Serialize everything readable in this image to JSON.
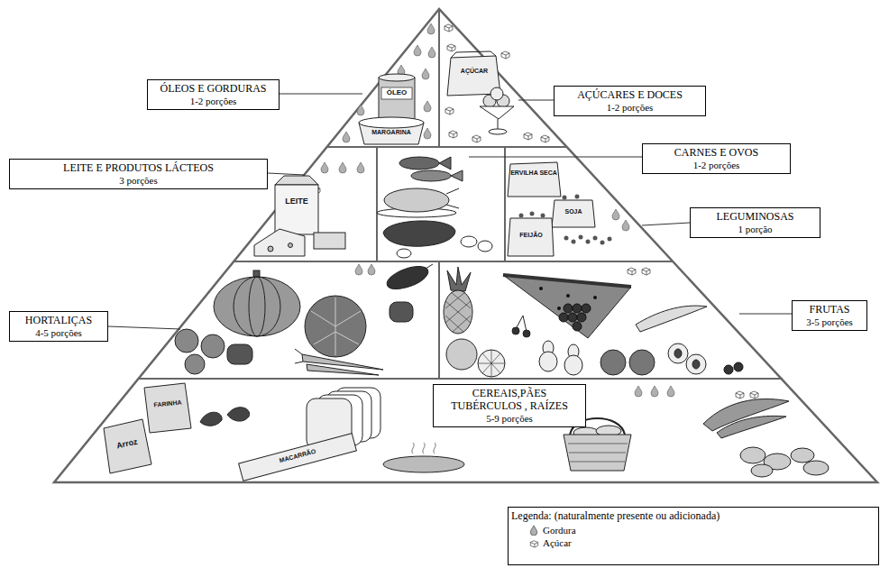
{
  "diagram": {
    "nodes": [
      {
        "text": [
          "ÓLEOS E GORDURAS",
          "1-2 porções"
        ]
      },
      {
        "text": [
          "AÇÚCARES E DOCES",
          "1-2 porções"
        ]
      },
      {
        "text": [
          "LEITE E PRODUTOS LÁCTEOS",
          "3 porções"
        ]
      },
      {
        "text": [
          "CARNES E OVOS",
          "1-2 porções"
        ]
      },
      {
        "text": [
          "LEGUMINOSAS",
          "1 porção"
        ]
      },
      {
        "text": [
          "HORTALIÇAS",
          "4-5 porções"
        ]
      },
      {
        "text": [
          "FRUTAS",
          "3-5 porções"
        ]
      },
      {
        "text": [
          "CEREAIS,PÃES TUBÉRCULOS , RAÍZES",
          "5-9 porções"
        ]
      }
    ],
    "labels": [
      "ÓLEO",
      "MARGARINA",
      "AÇÚCAR",
      "LEITE",
      "ERVILHA SECA",
      "SOJA",
      "FEIJÃO",
      "FARINHA",
      "Arroz",
      "MACARRÃO",
      "Legenda: (naturalmente presente ou adicionada)"
    ],
    "legend": [
      {
        "text": "Gordura"
      },
      {
        "text": "Açúcar"
      }
    ]
  }
}
